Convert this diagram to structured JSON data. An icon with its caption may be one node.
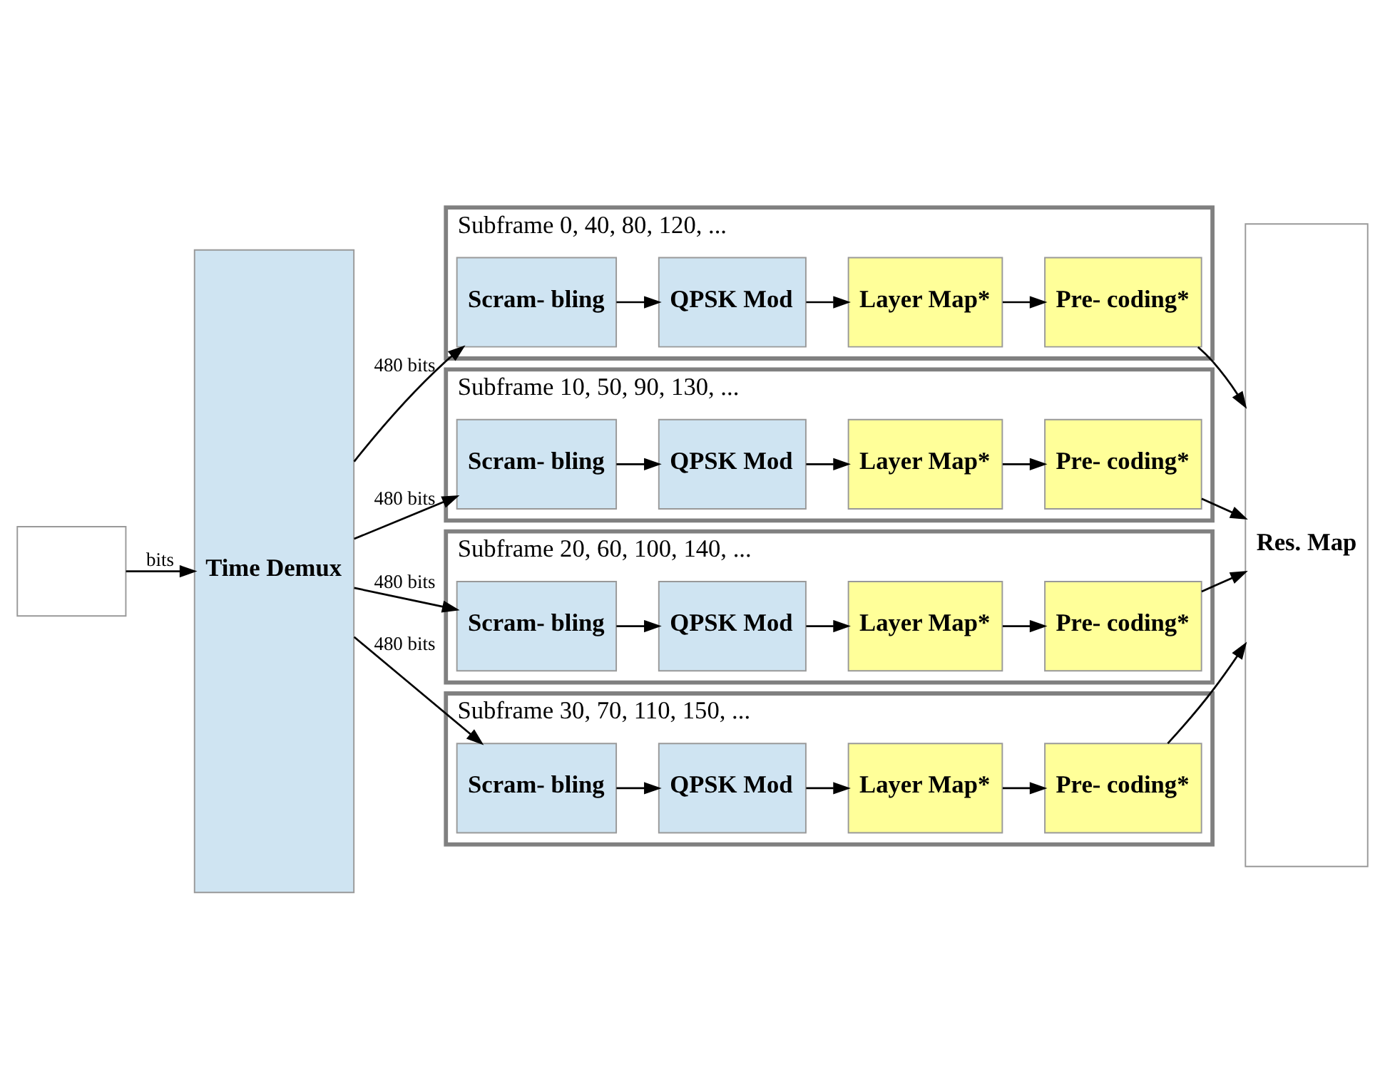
{
  "diagram": {
    "nodes": [
      {
        "text": [],
        "shape": "box"
      },
      {
        "text": [
          "Time Demux"
        ]
      },
      {
        "text": [
          "Subframe 0, 40, 80, 120, ..."
        ]
      },
      {
        "text": [
          "Scram- bling"
        ],
        "in": 2
      },
      {
        "text": [
          "QPSK Mod"
        ],
        "in": 2
      },
      {
        "text": [
          "Layer Map*"
        ],
        "in": 2
      },
      {
        "text": [
          "Pre- coding*"
        ],
        "in": 2
      },
      {
        "text": [
          "Subframe 10, 50, 90, 130, ..."
        ]
      },
      {
        "text": [
          "Scram- bling"
        ],
        "in": 7
      },
      {
        "text": [
          "QPSK Mod"
        ],
        "in": 7
      },
      {
        "text": [
          "Layer Map*"
        ],
        "in": 7
      },
      {
        "text": [
          "Pre- coding*"
        ],
        "in": 7
      },
      {
        "text": [
          "Subframe 20, 60, 100, 140, ..."
        ]
      },
      {
        "text": [
          "Scram- bling"
        ],
        "in": 12
      },
      {
        "text": [
          "QPSK Mod"
        ],
        "in": 12
      },
      {
        "text": [
          "Layer Map*"
        ],
        "in": 12
      },
      {
        "text": [
          "Pre- coding*"
        ],
        "in": 12
      },
      {
        "text": [
          "Subframe 30, 70, 110, 150, ..."
        ]
      },
      {
        "text": [
          "Scram- bling"
        ],
        "in": 17
      },
      {
        "text": [
          "QPSK Mod"
        ],
        "in": 17
      },
      {
        "text": [
          "Layer Map*"
        ],
        "in": 17
      },
      {
        "text": [
          "Pre- coding*"
        ],
        "in": 17
      },
      {
        "text": [
          "Res. Map"
        ]
      }
    ],
    "edges": [
      {
        "from": 0,
        "to": 1,
        "arrow": "to",
        "label": "bits"
      },
      {
        "from": 1,
        "to": 3,
        "arrow": "to",
        "label": "480 bits"
      },
      {
        "from": 3,
        "to": 4,
        "arrow": "to"
      },
      {
        "from": 4,
        "to": 5,
        "arrow": "to"
      },
      {
        "from": 5,
        "to": 6,
        "arrow": "to"
      },
      {
        "from": 6,
        "to": 22,
        "arrow": "to"
      },
      {
        "from": 1,
        "to": 8,
        "arrow": "to",
        "label": "480 bits"
      },
      {
        "from": 8,
        "to": 9,
        "arrow": "to"
      },
      {
        "from": 9,
        "to": 10,
        "arrow": "to"
      },
      {
        "from": 10,
        "to": 11,
        "arrow": "to"
      },
      {
        "from": 11,
        "to": 22,
        "arrow": "to"
      },
      {
        "from": 1,
        "to": 13,
        "arrow": "to",
        "label": "480 bits"
      },
      {
        "from": 13,
        "to": 14,
        "arrow": "to"
      },
      {
        "from": 14,
        "to": 15,
        "arrow": "to"
      },
      {
        "from": 15,
        "to": 16,
        "arrow": "to"
      },
      {
        "from": 16,
        "to": 22,
        "arrow": "to"
      },
      {
        "from": 1,
        "to": 18,
        "arrow": "to",
        "label": "480 bits"
      },
      {
        "from": 18,
        "to": 19,
        "arrow": "to"
      },
      {
        "from": 19,
        "to": 20,
        "arrow": "to"
      },
      {
        "from": 20,
        "to": 21,
        "arrow": "to"
      },
      {
        "from": 21,
        "to": 22,
        "arrow": "to"
      }
    ]
  }
}
